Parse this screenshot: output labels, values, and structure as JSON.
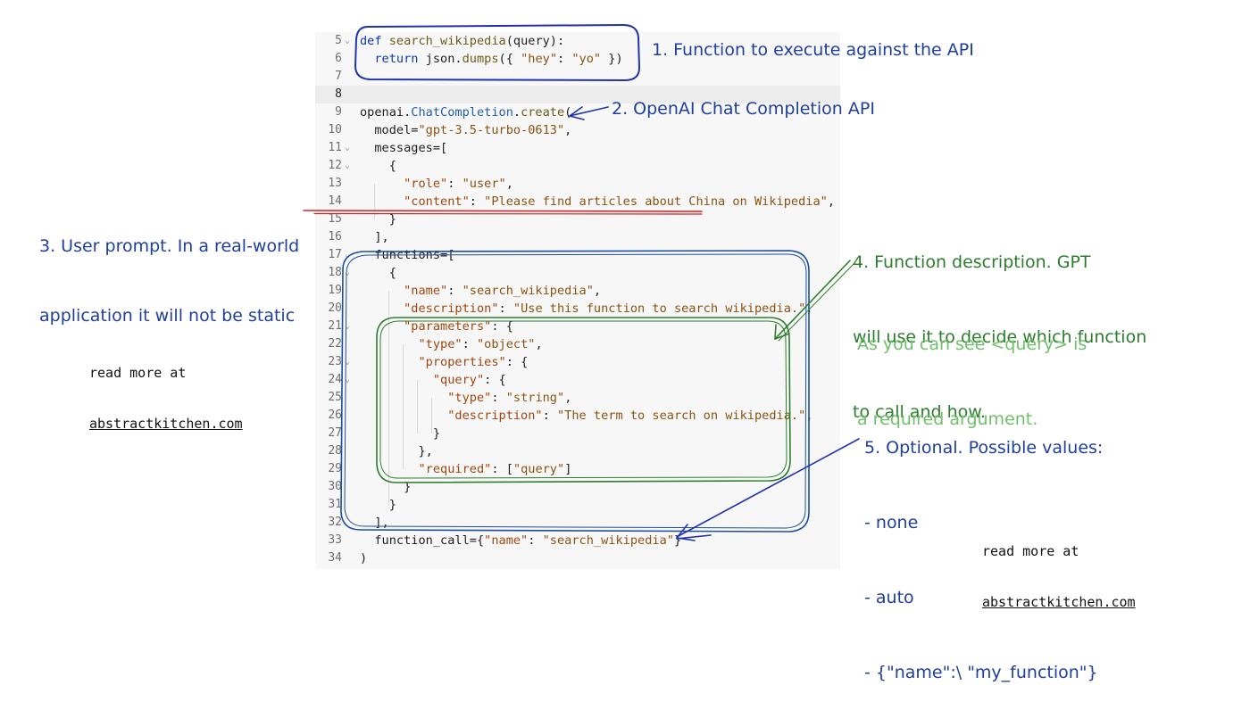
{
  "code_lines": [
    {
      "n": "5",
      "fold": true,
      "parts": [
        [
          "k",
          "def "
        ],
        [
          "f",
          "search_wikipedia"
        ],
        [
          "",
          "(query):"
        ]
      ]
    },
    {
      "n": "6",
      "parts": [
        [
          "",
          "  "
        ],
        [
          "k",
          "return "
        ],
        [
          "",
          "json."
        ],
        [
          "f",
          "dumps"
        ],
        [
          "",
          "({ "
        ],
        [
          "s",
          "\"hey\""
        ],
        [
          "",
          ": "
        ],
        [
          "s",
          "\"yo\""
        ],
        [
          "",
          " })"
        ]
      ]
    },
    {
      "n": "7",
      "parts": []
    },
    {
      "n": "8",
      "current": true,
      "parts": []
    },
    {
      "n": "9",
      "parts": [
        [
          "",
          "openai."
        ],
        [
          "cls",
          "ChatCompletion"
        ],
        [
          "",
          "."
        ],
        [
          "f",
          "create"
        ],
        [
          "",
          "("
        ]
      ]
    },
    {
      "n": "10",
      "parts": [
        [
          "",
          "  model="
        ],
        [
          "s",
          "\"gpt-3.5-turbo-0613\""
        ],
        [
          "",
          ","
        ]
      ]
    },
    {
      "n": "11",
      "fold": true,
      "parts": [
        [
          "",
          "  messages=["
        ]
      ]
    },
    {
      "n": "12",
      "fold": true,
      "parts": [
        [
          "",
          "    {"
        ]
      ]
    },
    {
      "n": "13",
      "parts": [
        [
          "",
          "      "
        ],
        [
          "key",
          "\"role\""
        ],
        [
          "",
          ": "
        ],
        [
          "s",
          "\"user\""
        ],
        [
          "",
          ","
        ]
      ]
    },
    {
      "n": "14",
      "parts": [
        [
          "",
          "      "
        ],
        [
          "key",
          "\"content\""
        ],
        [
          "",
          ": "
        ],
        [
          "s",
          "\"Please find articles about China on Wikipedia\""
        ],
        [
          "",
          ","
        ]
      ]
    },
    {
      "n": "15",
      "parts": [
        [
          "",
          "    }"
        ]
      ]
    },
    {
      "n": "16",
      "parts": [
        [
          "",
          "  ],"
        ]
      ]
    },
    {
      "n": "17",
      "fold": true,
      "parts": [
        [
          "",
          "  functions=["
        ]
      ]
    },
    {
      "n": "18",
      "fold": true,
      "parts": [
        [
          "",
          "    {"
        ]
      ]
    },
    {
      "n": "19",
      "parts": [
        [
          "",
          "      "
        ],
        [
          "key",
          "\"name\""
        ],
        [
          "",
          ": "
        ],
        [
          "s",
          "\"search_wikipedia\""
        ],
        [
          "",
          ","
        ]
      ]
    },
    {
      "n": "20",
      "parts": [
        [
          "",
          "      "
        ],
        [
          "key",
          "\"description\""
        ],
        [
          "",
          ": "
        ],
        [
          "s",
          "\"Use this function to search wikipedia.\""
        ],
        [
          "",
          ","
        ]
      ]
    },
    {
      "n": "21",
      "fold": true,
      "parts": [
        [
          "",
          "      "
        ],
        [
          "key",
          "\"parameters\""
        ],
        [
          "",
          ": {"
        ]
      ]
    },
    {
      "n": "22",
      "parts": [
        [
          "",
          "        "
        ],
        [
          "key",
          "\"type\""
        ],
        [
          "",
          ": "
        ],
        [
          "s",
          "\"object\""
        ],
        [
          "",
          ","
        ]
      ]
    },
    {
      "n": "23",
      "fold": true,
      "parts": [
        [
          "",
          "        "
        ],
        [
          "key",
          "\"properties\""
        ],
        [
          "",
          ": {"
        ]
      ]
    },
    {
      "n": "24",
      "fold": true,
      "parts": [
        [
          "",
          "          "
        ],
        [
          "key",
          "\"query\""
        ],
        [
          "",
          ": {"
        ]
      ]
    },
    {
      "n": "25",
      "parts": [
        [
          "",
          "            "
        ],
        [
          "key",
          "\"type\""
        ],
        [
          "",
          ": "
        ],
        [
          "s",
          "\"string\""
        ],
        [
          "",
          ","
        ]
      ]
    },
    {
      "n": "26",
      "parts": [
        [
          "",
          "            "
        ],
        [
          "key",
          "\"description\""
        ],
        [
          "",
          ": "
        ],
        [
          "s",
          "\"The term to search on wikipedia.\""
        ],
        [
          "",
          ","
        ]
      ]
    },
    {
      "n": "27",
      "parts": [
        [
          "",
          "          }"
        ]
      ]
    },
    {
      "n": "28",
      "parts": [
        [
          "",
          "        },"
        ]
      ]
    },
    {
      "n": "29",
      "parts": [
        [
          "",
          "        "
        ],
        [
          "key",
          "\"required\""
        ],
        [
          "",
          ": ["
        ],
        [
          "s",
          "\"query\""
        ],
        [
          "",
          "]"
        ]
      ]
    },
    {
      "n": "30",
      "parts": [
        [
          "",
          "      }"
        ]
      ]
    },
    {
      "n": "31",
      "parts": [
        [
          "",
          "    }"
        ]
      ]
    },
    {
      "n": "32",
      "parts": [
        [
          "",
          "  ],"
        ]
      ]
    },
    {
      "n": "33",
      "parts": [
        [
          "",
          "  function_call={"
        ],
        [
          "key",
          "\"name\""
        ],
        [
          "",
          ": "
        ],
        [
          "s",
          "\"search_wikipedia\""
        ],
        [
          "",
          "}"
        ]
      ]
    },
    {
      "n": "34",
      "parts": [
        [
          "",
          ")"
        ]
      ]
    }
  ],
  "annotations": {
    "a1": "1. Function to execute against the API",
    "a2": "2. OpenAI Chat Completion API",
    "a3_line1": "3. User prompt. In a real-world",
    "a3_line2": "application it will not be static",
    "a4_line1": "4. Function description. GPT",
    "a4_line2": "will use it to decide which function",
    "a4_line3": "to call and how.",
    "a4_sub1": "As you can see <query> is",
    "a4_sub2": "a required argument.",
    "a5_line1": "5. Optional. Possible values:",
    "a5_line2": "- none",
    "a5_line3": "- auto",
    "a5_line4": "- {\"name\":\\ \"my_function\"}"
  },
  "read_more": {
    "left_line1": "read more at",
    "left_line2": "abstractkitchen.com",
    "right_line1": "read more at",
    "right_line2": "abstractkitchen.com"
  },
  "colors": {
    "annotation_blue": "#1f3f9c",
    "annotation_green": "#2e7d2e",
    "annotation_light_green": "#6fbf6a",
    "annotation_red": "#d42020",
    "frame_dark_blue": "#1b4f9c"
  }
}
